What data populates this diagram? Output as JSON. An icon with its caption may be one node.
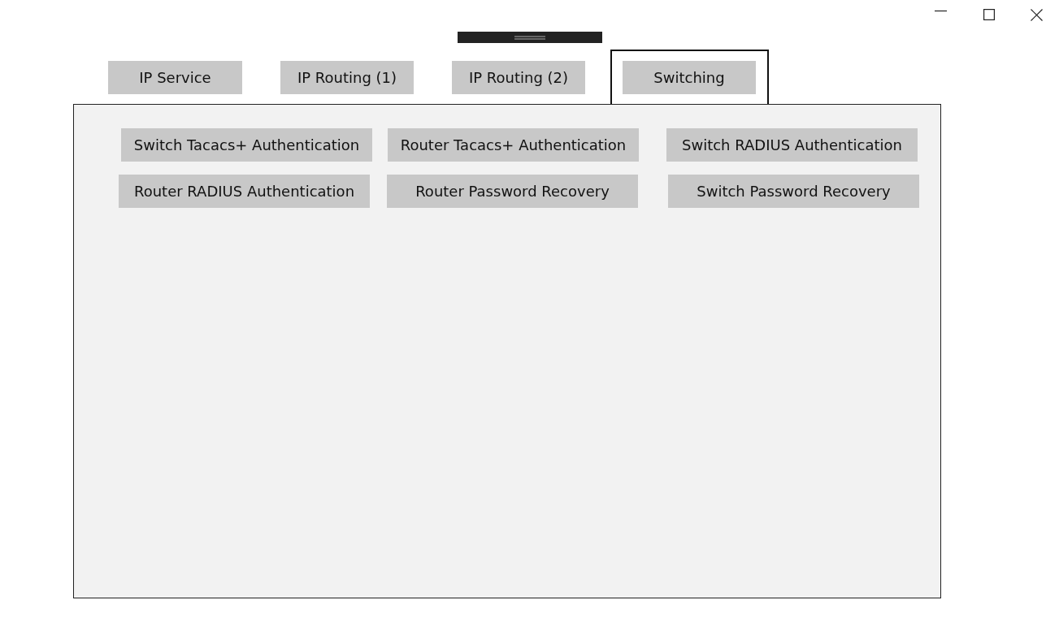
{
  "diagram": {
    "nodes": [
      {
        "text": [
          "IP Service"
        ]
      },
      {
        "text": [
          "IP Routing (1)"
        ]
      },
      {
        "text": [
          "IP Routing (2)"
        ]
      },
      {
        "text": [
          "Switching"
        ]
      },
      {
        "text": [],
        "shape": "box"
      },
      {
        "text": [
          "Switch Tacacs+ Authentication"
        ],
        "in": 4
      },
      {
        "text": [
          "Router Tacacs+ Authentication"
        ],
        "in": 4
      },
      {
        "text": [
          "Switch RADIUS Authentication"
        ],
        "in": 4
      },
      {
        "text": [
          "Router RADIUS Authentication"
        ],
        "in": 4
      },
      {
        "text": [
          "Router Password Recovery"
        ],
        "in": 4
      },
      {
        "text": [
          "Switch Password Recovery"
        ],
        "in": 4
      }
    ],
    "edges": []
  }
}
